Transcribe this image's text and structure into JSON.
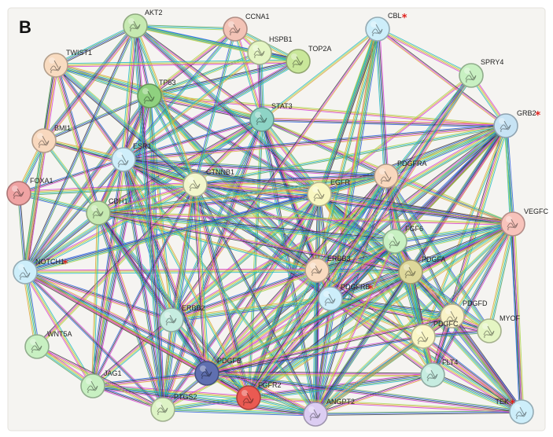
{
  "figure": {
    "panel_letter": "B",
    "background": "#f5f4f1",
    "star_glyph": "*"
  },
  "edge_colors": [
    "#d43cd9",
    "#1fb7c9",
    "#3a3a3a",
    "#a7d64b",
    "#2a5fe0",
    "#e0a13a",
    "#55a35c"
  ],
  "nodes": [
    {
      "id": "AKT2",
      "label": "AKT2",
      "color": "#c6e9b1",
      "marked": false
    },
    {
      "id": "CCNA1",
      "label": "CCNA1",
      "color": "#f3c3b6",
      "marked": false
    },
    {
      "id": "CBL",
      "label": "CBL",
      "color": "#cdeefa",
      "marked": true
    },
    {
      "id": "TWIST1",
      "label": "TWIST1",
      "color": "#f8dbc0",
      "marked": false
    },
    {
      "id": "HSPB1",
      "label": "HSPB1",
      "color": "#e4f5c3",
      "marked": false
    },
    {
      "id": "TOP2A",
      "label": "TOP2A",
      "color": "#c9e79a",
      "marked": false
    },
    {
      "id": "SPRY4",
      "label": "SPRY4",
      "color": "#c8f0c2",
      "marked": false
    },
    {
      "id": "TP53",
      "label": "TP53",
      "color": "#8fd17f",
      "marked": false
    },
    {
      "id": "STAT3",
      "label": "STAT3",
      "color": "#8ed4c6",
      "marked": false
    },
    {
      "id": "GRB2",
      "label": "GRB2",
      "color": "#c7e3f4",
      "marked": true
    },
    {
      "id": "BMI1",
      "label": "BMI1",
      "color": "#f8d8be",
      "marked": false
    },
    {
      "id": "ESR1",
      "label": "ESR1",
      "color": "#cfeefa",
      "marked": false
    },
    {
      "id": "FOXA1",
      "label": "FOXA1",
      "color": "#efa3a3",
      "marked": false
    },
    {
      "id": "CTNNB1",
      "label": "CTNNB1",
      "color": "#f2f6cc",
      "marked": false
    },
    {
      "id": "EGFR",
      "label": "EGFR",
      "color": "#f8f6c1",
      "marked": false
    },
    {
      "id": "PDGFRA",
      "label": "PDGFRA",
      "color": "#f8d8be",
      "marked": false
    },
    {
      "id": "CDH1",
      "label": "CDH1",
      "color": "#c6e9b1",
      "marked": false
    },
    {
      "id": "VEGFC",
      "label": "VEGFC",
      "color": "#f7c3bb",
      "marked": false
    },
    {
      "id": "FGF6",
      "label": "FGF6",
      "color": "#c8f0c2",
      "marked": false
    },
    {
      "id": "NOTCH1",
      "label": "NOTCH1",
      "color": "#cdeefa",
      "marked": true
    },
    {
      "id": "ERBB3",
      "label": "ERBB3",
      "color": "#f8dbc0",
      "marked": false
    },
    {
      "id": "PDGFA",
      "label": "PDGFA",
      "color": "#ddd79a",
      "marked": false
    },
    {
      "id": "PDGFRB",
      "label": "PDGFRB",
      "color": "#cdeefa",
      "marked": true
    },
    {
      "id": "PDGFD",
      "label": "PDGFD",
      "color": "#f9f2c6",
      "marked": false
    },
    {
      "id": "ERBB2",
      "label": "ERBB2",
      "color": "#c6ece0",
      "marked": false
    },
    {
      "id": "WNT5A",
      "label": "WNT5A",
      "color": "#c8f0c2",
      "marked": false
    },
    {
      "id": "MYOF",
      "label": "MYOF",
      "color": "#e4f5c3",
      "marked": false
    },
    {
      "id": "PDGFC",
      "label": "PDGFC",
      "color": "#f9f6c6",
      "marked": false
    },
    {
      "id": "PDGFB",
      "label": "PDGFB",
      "color": "#5f6fb0",
      "marked": false
    },
    {
      "id": "FLT4",
      "label": "FLT4",
      "color": "#c6ece0",
      "marked": false
    },
    {
      "id": "JAG1",
      "label": "JAG1",
      "color": "#c8f0c2",
      "marked": false
    },
    {
      "id": "FGFR2",
      "label": "FGFR2",
      "color": "#ea5a52",
      "marked": false
    },
    {
      "id": "PTGS2",
      "label": "PTGS2",
      "color": "#ddf3c5",
      "marked": false
    },
    {
      "id": "ANGPT2",
      "label": "ANGPT2",
      "color": "#dccdf2",
      "marked": false
    },
    {
      "id": "TEK",
      "label": "TEK",
      "color": "#cdeefa",
      "marked": true
    }
  ],
  "edges": [
    [
      "TP53",
      "AKT2"
    ],
    [
      "TP53",
      "CCNA1"
    ],
    [
      "TP53",
      "TWIST1"
    ],
    [
      "TP53",
      "BMI1"
    ],
    [
      "TP53",
      "ESR1"
    ],
    [
      "TP53",
      "STAT3"
    ],
    [
      "TP53",
      "CTNNB1"
    ],
    [
      "TP53",
      "EGFR"
    ],
    [
      "TP53",
      "CDH1"
    ],
    [
      "TP53",
      "HSPB1"
    ],
    [
      "TP53",
      "TOP2A"
    ],
    [
      "TP53",
      "NOTCH1"
    ],
    [
      "TP53",
      "ERBB2"
    ],
    [
      "TP53",
      "PTGS2"
    ],
    [
      "TP53",
      "JAG1"
    ],
    [
      "TP53",
      "GRB2"
    ],
    [
      "TP53",
      "PDGFRB"
    ],
    [
      "TP53",
      "ERBB3"
    ],
    [
      "STAT3",
      "AKT2"
    ],
    [
      "STAT3",
      "CCNA1"
    ],
    [
      "STAT3",
      "TWIST1"
    ],
    [
      "STAT3",
      "ESR1"
    ],
    [
      "STAT3",
      "CTNNB1"
    ],
    [
      "STAT3",
      "EGFR"
    ],
    [
      "STAT3",
      "PDGFRA"
    ],
    [
      "STAT3",
      "GRB2"
    ],
    [
      "STAT3",
      "CDH1"
    ],
    [
      "STAT3",
      "ERBB2"
    ],
    [
      "STAT3",
      "ERBB3"
    ],
    [
      "STAT3",
      "PDGFRB"
    ],
    [
      "STAT3",
      "FGFR2"
    ],
    [
      "STAT3",
      "ANGPT2"
    ],
    [
      "STAT3",
      "PTGS2"
    ],
    [
      "STAT3",
      "CBL"
    ],
    [
      "STAT3",
      "NOTCH1"
    ],
    [
      "STAT3",
      "HSPB1"
    ],
    [
      "STAT3",
      "VEGFC"
    ],
    [
      "EGFR",
      "CBL"
    ],
    [
      "EGFR",
      "GRB2"
    ],
    [
      "EGFR",
      "ESR1"
    ],
    [
      "EGFR",
      "CTNNB1"
    ],
    [
      "EGFR",
      "PDGFRA"
    ],
    [
      "EGFR",
      "CDH1"
    ],
    [
      "EGFR",
      "ERBB3"
    ],
    [
      "EGFR",
      "ERBB2"
    ],
    [
      "EGFR",
      "PDGFRB"
    ],
    [
      "EGFR",
      "FGFR2"
    ],
    [
      "EGFR",
      "PDGFB"
    ],
    [
      "EGFR",
      "ANGPT2"
    ],
    [
      "EGFR",
      "PTGS2"
    ],
    [
      "EGFR",
      "NOTCH1"
    ],
    [
      "EGFR",
      "FGF6"
    ],
    [
      "EGFR",
      "PDGFA"
    ],
    [
      "EGFR",
      "VEGFC"
    ],
    [
      "EGFR",
      "FLT4"
    ],
    [
      "EGFR",
      "TEK"
    ],
    [
      "EGFR",
      "AKT2"
    ],
    [
      "EGFR",
      "SPRY4"
    ],
    [
      "EGFR",
      "PDGFC"
    ],
    [
      "EGFR",
      "PDGFD"
    ],
    [
      "GRB2",
      "CBL"
    ],
    [
      "GRB2",
      "SPRY4"
    ],
    [
      "GRB2",
      "PDGFRA"
    ],
    [
      "GRB2",
      "PDGFRB"
    ],
    [
      "GRB2",
      "ERBB3"
    ],
    [
      "GRB2",
      "ERBB2"
    ],
    [
      "GRB2",
      "FGFR2"
    ],
    [
      "GRB2",
      "ESR1"
    ],
    [
      "GRB2",
      "FLT4"
    ],
    [
      "GRB2",
      "TEK"
    ],
    [
      "GRB2",
      "PDGFA"
    ],
    [
      "GRB2",
      "FGF6"
    ],
    [
      "GRB2",
      "CTNNB1"
    ],
    [
      "GRB2",
      "PDGFB"
    ],
    [
      "GRB2",
      "ANGPT2"
    ],
    [
      "GRB2",
      "PDGFC"
    ],
    [
      "GRB2",
      "VEGFC"
    ],
    [
      "CBL",
      "PDGFRA"
    ],
    [
      "CBL",
      "PDGFRB"
    ],
    [
      "CBL",
      "ERBB3"
    ],
    [
      "CBL",
      "FGFR2"
    ],
    [
      "CBL",
      "ERBB2"
    ],
    [
      "CBL",
      "SPRY4"
    ],
    [
      "CBL",
      "ANGPT2"
    ],
    [
      "PDGFRA",
      "PDGFA"
    ],
    [
      "PDGFRA",
      "PDGFB"
    ],
    [
      "PDGFRA",
      "PDGFC"
    ],
    [
      "PDGFRA",
      "PDGFD"
    ],
    [
      "PDGFRA",
      "PDGFRB"
    ],
    [
      "PDGFRA",
      "ERBB3"
    ],
    [
      "PDGFRA",
      "FGFR2"
    ],
    [
      "PDGFRA",
      "ESR1"
    ],
    [
      "PDGFRA",
      "CTNNB1"
    ],
    [
      "PDGFRA",
      "FLT4"
    ],
    [
      "PDGFRA",
      "ANGPT2"
    ],
    [
      "PDGFRA",
      "FGF6"
    ],
    [
      "PDGFRA",
      "VEGFC"
    ],
    [
      "PDGFRA",
      "MYOF"
    ],
    [
      "PDGFRB",
      "PDGFA"
    ],
    [
      "PDGFRB",
      "PDGFB"
    ],
    [
      "PDGFRB",
      "PDGFC"
    ],
    [
      "PDGFRB",
      "PDGFD"
    ],
    [
      "PDGFRB",
      "FGFR2"
    ],
    [
      "PDGFRB",
      "ERBB3"
    ],
    [
      "PDGFRB",
      "ERBB2"
    ],
    [
      "PDGFRB",
      "ANGPT2"
    ],
    [
      "PDGFRB",
      "FLT4"
    ],
    [
      "PDGFRB",
      "TEK"
    ],
    [
      "PDGFRB",
      "VEGFC"
    ],
    [
      "PDGFRB",
      "FGF6"
    ],
    [
      "PDGFRB",
      "MYOF"
    ],
    [
      "PDGFRB",
      "CTNNB1"
    ],
    [
      "PDGFRB",
      "ESR1"
    ],
    [
      "ERBB3",
      "ERBB2"
    ],
    [
      "ERBB3",
      "FGFR2"
    ],
    [
      "ERBB3",
      "ESR1"
    ],
    [
      "ERBB3",
      "CTNNB1"
    ],
    [
      "ERBB3",
      "CDH1"
    ],
    [
      "ERBB3",
      "PDGFA"
    ],
    [
      "ERBB3",
      "ANGPT2"
    ],
    [
      "ERBB3",
      "PDGFB"
    ],
    [
      "ERBB3",
      "FGF6"
    ],
    [
      "ERBB3",
      "VEGFC"
    ],
    [
      "ERBB3",
      "TEK"
    ],
    [
      "ERBB3",
      "NOTCH1"
    ],
    [
      "ERBB2",
      "ESR1"
    ],
    [
      "ERBB2",
      "CTNNB1"
    ],
    [
      "ERBB2",
      "CDH1"
    ],
    [
      "ERBB2",
      "FGFR2"
    ],
    [
      "ERBB2",
      "PTGS2"
    ],
    [
      "ERBB2",
      "NOTCH1"
    ],
    [
      "ERBB2",
      "JAG1"
    ],
    [
      "ERBB2",
      "PDGFB"
    ],
    [
      "FGFR2",
      "FGF6"
    ],
    [
      "FGFR2",
      "PDGFB"
    ],
    [
      "FGFR2",
      "ANGPT2"
    ],
    [
      "FGFR2",
      "CDH1"
    ],
    [
      "FGFR2",
      "CTNNB1"
    ],
    [
      "FGFR2",
      "ESR1"
    ],
    [
      "FGFR2",
      "PTGS2"
    ],
    [
      "FGFR2",
      "FLT4"
    ],
    [
      "FGFR2",
      "TEK"
    ],
    [
      "FGFR2",
      "VEGFC"
    ],
    [
      "FGFR2",
      "PDGFA"
    ],
    [
      "FGFR2",
      "NOTCH1"
    ],
    [
      "FGFR2",
      "JAG1"
    ],
    [
      "ESR1",
      "BMI1"
    ],
    [
      "ESR1",
      "FOXA1"
    ],
    [
      "ESR1",
      "CTNNB1"
    ],
    [
      "ESR1",
      "CDH1"
    ],
    [
      "ESR1",
      "NOTCH1"
    ],
    [
      "ESR1",
      "TWIST1"
    ],
    [
      "ESR1",
      "AKT2"
    ],
    [
      "ESR1",
      "CCNA1"
    ],
    [
      "ESR1",
      "PTGS2"
    ],
    [
      "ESR1",
      "JAG1"
    ],
    [
      "ESR1",
      "ANGPT2"
    ],
    [
      "ESR1",
      "VEGFC"
    ],
    [
      "ESR1",
      "PDGFB"
    ],
    [
      "ESR1",
      "HSPB1"
    ],
    [
      "ESR1",
      "FGF6"
    ],
    [
      "ESR1",
      "TOP2A"
    ],
    [
      "CTNNB1",
      "CDH1"
    ],
    [
      "CTNNB1",
      "AKT2"
    ],
    [
      "CTNNB1",
      "TWIST1"
    ],
    [
      "CTNNB1",
      "BMI1"
    ],
    [
      "CTNNB1",
      "NOTCH1"
    ],
    [
      "CTNNB1",
      "PTGS2"
    ],
    [
      "CTNNB1",
      "JAG1"
    ],
    [
      "CTNNB1",
      "WNT5A"
    ],
    [
      "CTNNB1",
      "FOXA1"
    ],
    [
      "CTNNB1",
      "ANGPT2"
    ],
    [
      "CTNNB1",
      "VEGFC"
    ],
    [
      "CTNNB1",
      "PDGFB"
    ],
    [
      "CTNNB1",
      "CCNA1"
    ],
    [
      "CTNNB1",
      "PDGFA"
    ],
    [
      "CDH1",
      "TWIST1"
    ],
    [
      "CDH1",
      "BMI1"
    ],
    [
      "CDH1",
      "NOTCH1"
    ],
    [
      "CDH1",
      "PTGS2"
    ],
    [
      "CDH1",
      "JAG1"
    ],
    [
      "CDH1",
      "FOXA1"
    ],
    [
      "CDH1",
      "PDGFB"
    ],
    [
      "CDH1",
      "VEGFC"
    ],
    [
      "CDH1",
      "PDGFRA"
    ],
    [
      "CDH1",
      "FGF6"
    ],
    [
      "CDH1",
      "PDGFA"
    ],
    [
      "NOTCH1",
      "JAG1"
    ],
    [
      "NOTCH1",
      "WNT5A"
    ],
    [
      "NOTCH1",
      "PTGS2"
    ],
    [
      "NOTCH1",
      "BMI1"
    ],
    [
      "NOTCH1",
      "TWIST1"
    ],
    [
      "NOTCH1",
      "AKT2"
    ],
    [
      "NOTCH1",
      "ANGPT2"
    ],
    [
      "NOTCH1",
      "PDGFB"
    ],
    [
      "NOTCH1",
      "PDGFRA"
    ],
    [
      "VEGFC",
      "FLT4"
    ],
    [
      "VEGFC",
      "TEK"
    ],
    [
      "VEGFC",
      "ANGPT2"
    ],
    [
      "VEGFC",
      "PDGFA"
    ],
    [
      "VEGFC",
      "PDGFC"
    ],
    [
      "VEGFC",
      "PDGFD"
    ],
    [
      "VEGFC",
      "FGF6"
    ],
    [
      "VEGFC",
      "PDGFB"
    ],
    [
      "VEGFC",
      "PTGS2"
    ],
    [
      "VEGFC",
      "MYOF"
    ],
    [
      "FLT4",
      "TEK"
    ],
    [
      "FLT4",
      "ANGPT2"
    ],
    [
      "FLT4",
      "PDGFA"
    ],
    [
      "FLT4",
      "PDGFC"
    ],
    [
      "FLT4",
      "PDGFD"
    ],
    [
      "FLT4",
      "PDGFB"
    ],
    [
      "FLT4",
      "FGF6"
    ],
    [
      "TEK",
      "ANGPT2"
    ],
    [
      "TEK",
      "PDGFC"
    ],
    [
      "TEK",
      "PDGFD"
    ],
    [
      "TEK",
      "PDGFA"
    ],
    [
      "TEK",
      "PDGFB"
    ],
    [
      "TEK",
      "FGF6"
    ],
    [
      "ANGPT2",
      "PDGFB"
    ],
    [
      "ANGPT2",
      "PDGFA"
    ],
    [
      "ANGPT2",
      "PDGFC"
    ],
    [
      "ANGPT2",
      "PDGFD"
    ],
    [
      "ANGPT2",
      "PTGS2"
    ],
    [
      "ANGPT2",
      "JAG1"
    ],
    [
      "ANGPT2",
      "FGF6"
    ],
    [
      "PDGFA",
      "PDGFB"
    ],
    [
      "PDGFA",
      "PDGFC"
    ],
    [
      "PDGFA",
      "PDGFD"
    ],
    [
      "PDGFA",
      "FGF6"
    ],
    [
      "PDGFA",
      "MYOF"
    ],
    [
      "PDGFB",
      "PDGFC"
    ],
    [
      "PDGFB",
      "PDGFD"
    ],
    [
      "PDGFB",
      "FGF6"
    ],
    [
      "PDGFB",
      "PTGS2"
    ],
    [
      "PDGFB",
      "JAG1"
    ],
    [
      "PDGFC",
      "PDGFD"
    ],
    [
      "PDGFC",
      "FGF6"
    ],
    [
      "PDGFC",
      "MYOF"
    ],
    [
      "PDGFD",
      "MYOF"
    ],
    [
      "AKT2",
      "CCNA1"
    ],
    [
      "AKT2",
      "TWIST1"
    ],
    [
      "AKT2",
      "BMI1"
    ],
    [
      "AKT2",
      "HSPB1"
    ],
    [
      "AKT2",
      "TOP2A"
    ],
    [
      "AKT2",
      "PTGS2"
    ],
    [
      "CCNA1",
      "HSPB1"
    ],
    [
      "CCNA1",
      "TOP2A"
    ],
    [
      "HSPB1",
      "TOP2A"
    ],
    [
      "TWIST1",
      "BMI1"
    ],
    [
      "TWIST1",
      "TOP2A"
    ],
    [
      "BMI1",
      "FOXA1"
    ],
    [
      "PTGS2",
      "JAG1"
    ],
    [
      "PTGS2",
      "WNT5A"
    ],
    [
      "JAG1",
      "WNT5A"
    ],
    [
      "FOXA1",
      "NOTCH1"
    ],
    [
      "SPRY4",
      "PDGFRB"
    ],
    [
      "SPRY4",
      "FGFR2"
    ],
    [
      "SPRY4",
      "ERBB3"
    ]
  ]
}
